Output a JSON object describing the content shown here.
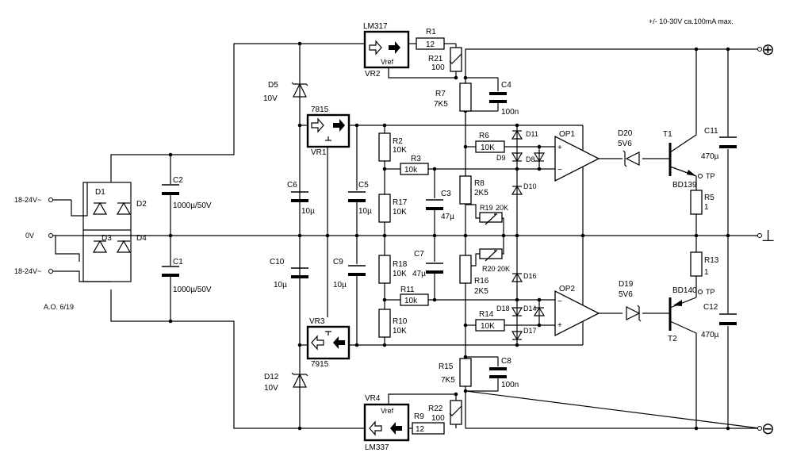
{
  "header": {
    "note": "+/- 10-30V ca.100mA max."
  },
  "inputs": {
    "ac_top": "18-24V~",
    "zero": "0V",
    "ac_bottom": "18-24V~"
  },
  "author": "A.O. 6/19",
  "outputs": {
    "plus": "⊕",
    "ground": "⊥",
    "minus": "⊖"
  },
  "regulators": {
    "lm317": "LM317",
    "vr2": "VR2",
    "vref_top": "Vref",
    "u7815": "7815",
    "vr1": "VR1",
    "vr3": "VR3",
    "u7915": "7915",
    "vr4": "VR4",
    "vref_bot": "Vref",
    "lm337": "LM337"
  },
  "diodes": {
    "d1": "D1",
    "d2": "D2",
    "d3": "D3",
    "d4": "D4",
    "d5": "D5",
    "d5v": "10V",
    "d12": "D12",
    "d12v": "10V",
    "d8": "D8",
    "d9": "D9",
    "d10": "D10",
    "d11": "D11",
    "d14": "D14",
    "d16": "D16",
    "d17": "D17",
    "d18": "D18",
    "d19": "D19",
    "d19v": "5V6",
    "d20": "D20",
    "d20v": "5V6"
  },
  "capacitors": {
    "c1": "C1",
    "c1v": "1000µ/50V",
    "c2": "C2",
    "c2v": "1000µ/50V",
    "c3": "C3",
    "c3v": "47µ",
    "c4": "C4",
    "c4v": "100n",
    "c5": "C5",
    "c5v": "10µ",
    "c6": "C6",
    "c6v": "10µ",
    "c7": "C7",
    "c7v": "47µ",
    "c8": "C8",
    "c8v": "100n",
    "c9": "C9",
    "c9v": "10µ",
    "c10": "C10",
    "c10v": "10µ",
    "c11": "C11",
    "c11v": "470µ",
    "c12": "C12",
    "c12v": "470µ"
  },
  "resistors": {
    "r1": "R1",
    "r1v": "12",
    "r2": "R2",
    "r2v": "10K",
    "r3": "R3",
    "r3v": "10k",
    "r5": "R5",
    "r5v": "1",
    "r6": "R6",
    "r6v": "10K",
    "r7": "R7",
    "r7v": "7K5",
    "r8": "R8",
    "r8v": "2K5",
    "r9": "R9",
    "r9v": "12",
    "r10": "R10",
    "r10v": "10K",
    "r11": "R11",
    "r11v": "10k",
    "r13": "R13",
    "r13v": "1",
    "r14": "R14",
    "r14v": "10K",
    "r15": "R15",
    "r15v": "7K5",
    "r16": "R16",
    "r16v": "2K5",
    "r17": "R17",
    "r17v": "10K",
    "r18": "R18",
    "r18v": "10K",
    "r19": "R19",
    "r19v": "20K",
    "r20": "R20",
    "r20v": "20K",
    "r21": "R21",
    "r21v": "100",
    "r22": "R22",
    "r22v": "100"
  },
  "opamps": {
    "op1": "OP1",
    "op2": "OP2",
    "plus": "+",
    "minus": "−"
  },
  "transistors": {
    "t1": "T1",
    "t1type": "BD139",
    "t2": "T2",
    "t2type": "BD140",
    "tp": "TP"
  }
}
